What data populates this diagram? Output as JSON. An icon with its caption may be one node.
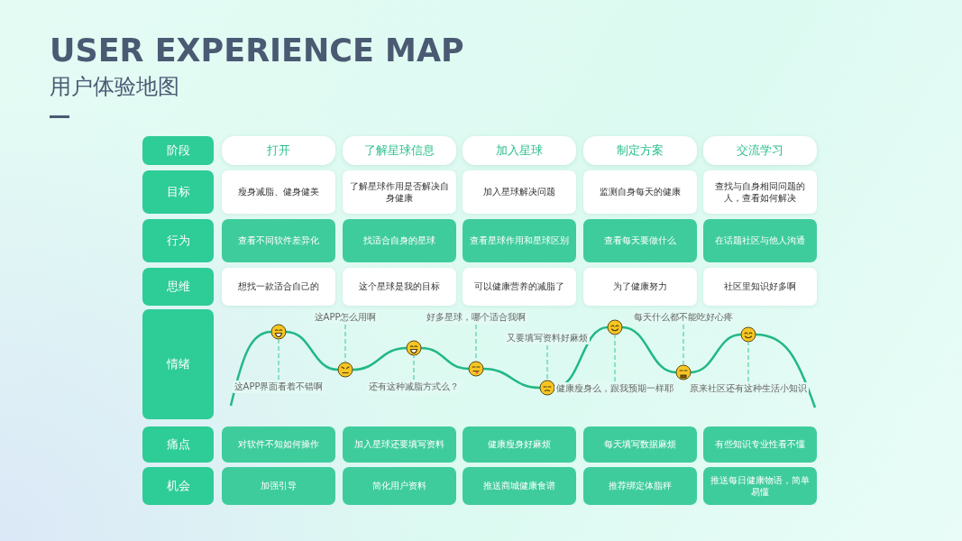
{
  "diagram": {
    "title": "USER EXPERIENCE MAP",
    "caption": "用户体验地图",
    "nodes": [
      {
        "text": [
          "阶段"
        ]
      },
      {
        "text": [
          "打开"
        ]
      },
      {
        "text": [
          "了解星球信息"
        ]
      },
      {
        "text": [
          "加入星球"
        ]
      },
      {
        "text": [
          "制定方案"
        ]
      },
      {
        "text": [
          "交流学习"
        ]
      },
      {
        "text": [
          "目标"
        ]
      },
      {
        "text": [
          "瘦身减脂、健身健美"
        ]
      },
      {
        "text": [
          "了解星球作用是否解决自身健康"
        ]
      },
      {
        "text": [
          "加入星球解决问题"
        ]
      },
      {
        "text": [
          "监测自身每天的健康"
        ]
      },
      {
        "text": [
          "查找与自身相同问题的人，查看如何解决"
        ]
      },
      {
        "text": [
          "行为"
        ]
      },
      {
        "text": [
          "查看不同软件差异化"
        ]
      },
      {
        "text": [
          "找适合自身的星球"
        ]
      },
      {
        "text": [
          "查看星球作用和星球区别"
        ]
      },
      {
        "text": [
          "查看每天要做什么"
        ]
      },
      {
        "text": [
          "在话题社区与他人沟通"
        ]
      },
      {
        "text": [
          "思维"
        ]
      },
      {
        "text": [
          "想找一款适合自己的"
        ]
      },
      {
        "text": [
          "这个星球是我的目标"
        ]
      },
      {
        "text": [
          "可以健康营养的减脂了"
        ]
      },
      {
        "text": [
          "为了健康努力"
        ]
      },
      {
        "text": [
          "社区里知识好多啊"
        ]
      },
      {
        "text": [
          "情绪"
        ]
      },
      {
        "text": [],
        "shape": "circle"
      },
      {
        "text": [],
        "shape": "circle"
      },
      {
        "text": [],
        "shape": "circle"
      },
      {
        "text": [],
        "shape": "circle"
      },
      {
        "text": [],
        "shape": "circle"
      },
      {
        "text": [],
        "shape": "circle"
      },
      {
        "text": [],
        "shape": "circle"
      },
      {
        "text": [],
        "shape": "circle"
      },
      {
        "text": [
          "这APP界面看着不错啊"
        ]
      },
      {
        "text": [
          "这APP怎么用啊"
        ]
      },
      {
        "text": [
          "还有这种减脂方式么？"
        ]
      },
      {
        "text": [
          "好多星球，哪个适合我啊"
        ]
      },
      {
        "text": [
          "又要填写资料好麻烦"
        ]
      },
      {
        "text": [
          "健康瘦身么，跟我预期一样耶"
        ]
      },
      {
        "text": [
          "每天什么都不能吃好心疼"
        ]
      },
      {
        "text": [
          "原来社区还有这种生活小知识"
        ]
      },
      {
        "text": [
          "痛点"
        ]
      },
      {
        "text": [
          "对软件不知如何操作"
        ]
      },
      {
        "text": [
          "加入星球还要填写资料"
        ]
      },
      {
        "text": [
          "健康瘦身好麻烦"
        ]
      },
      {
        "text": [
          "每天填写数据麻烦"
        ]
      },
      {
        "text": [
          "有些知识专业性看不懂"
        ]
      },
      {
        "text": [
          "机会"
        ]
      },
      {
        "text": [
          "加强引导"
        ]
      },
      {
        "text": [
          "简化用户资料"
        ]
      },
      {
        "text": [
          "推送商城健康食谱"
        ]
      },
      {
        "text": [
          "推荐绑定体脂秤"
        ]
      },
      {
        "text": [
          "推送每日健康物语，简单易懂"
        ]
      }
    ],
    "edges": [
      {
        "from": null,
        "to": 25,
        "arrow": "none"
      },
      {
        "from": 25,
        "to": 26,
        "arrow": "none"
      },
      {
        "from": 26,
        "to": 27,
        "arrow": "none"
      },
      {
        "from": 27,
        "to": 28,
        "arrow": "none"
      },
      {
        "from": 28,
        "to": 29,
        "arrow": "none"
      },
      {
        "from": 29,
        "to": 30,
        "arrow": "none"
      },
      {
        "from": 30,
        "to": 31,
        "arrow": "none"
      },
      {
        "from": 31,
        "to": 32,
        "arrow": "none"
      },
      {
        "from": 32,
        "to": null,
        "arrow": "none"
      },
      {
        "from": 33,
        "to": 25,
        "arrow": "none",
        "style": "dashed",
        "color": "#6fd9b4"
      },
      {
        "from": 34,
        "to": 26,
        "arrow": "none",
        "style": "dashed",
        "color": "#6fd9b4"
      },
      {
        "from": 35,
        "to": 27,
        "arrow": "none",
        "style": "dashed",
        "color": "#6fd9b4"
      },
      {
        "from": 36,
        "to": 28,
        "arrow": "none",
        "style": "dashed",
        "color": "#6fd9b4"
      },
      {
        "from": 37,
        "to": 29,
        "arrow": "none",
        "style": "dashed",
        "color": "#6fd9b4"
      },
      {
        "from": 38,
        "to": 30,
        "arrow": "none",
        "style": "dashed",
        "color": "#6fd9b4"
      },
      {
        "from": 39,
        "to": 31,
        "arrow": "none",
        "style": "dashed",
        "color": "#6fd9b4"
      },
      {
        "from": 40,
        "to": 32,
        "arrow": "none",
        "style": "dashed",
        "color": "#6fd9b4"
      }
    ]
  }
}
